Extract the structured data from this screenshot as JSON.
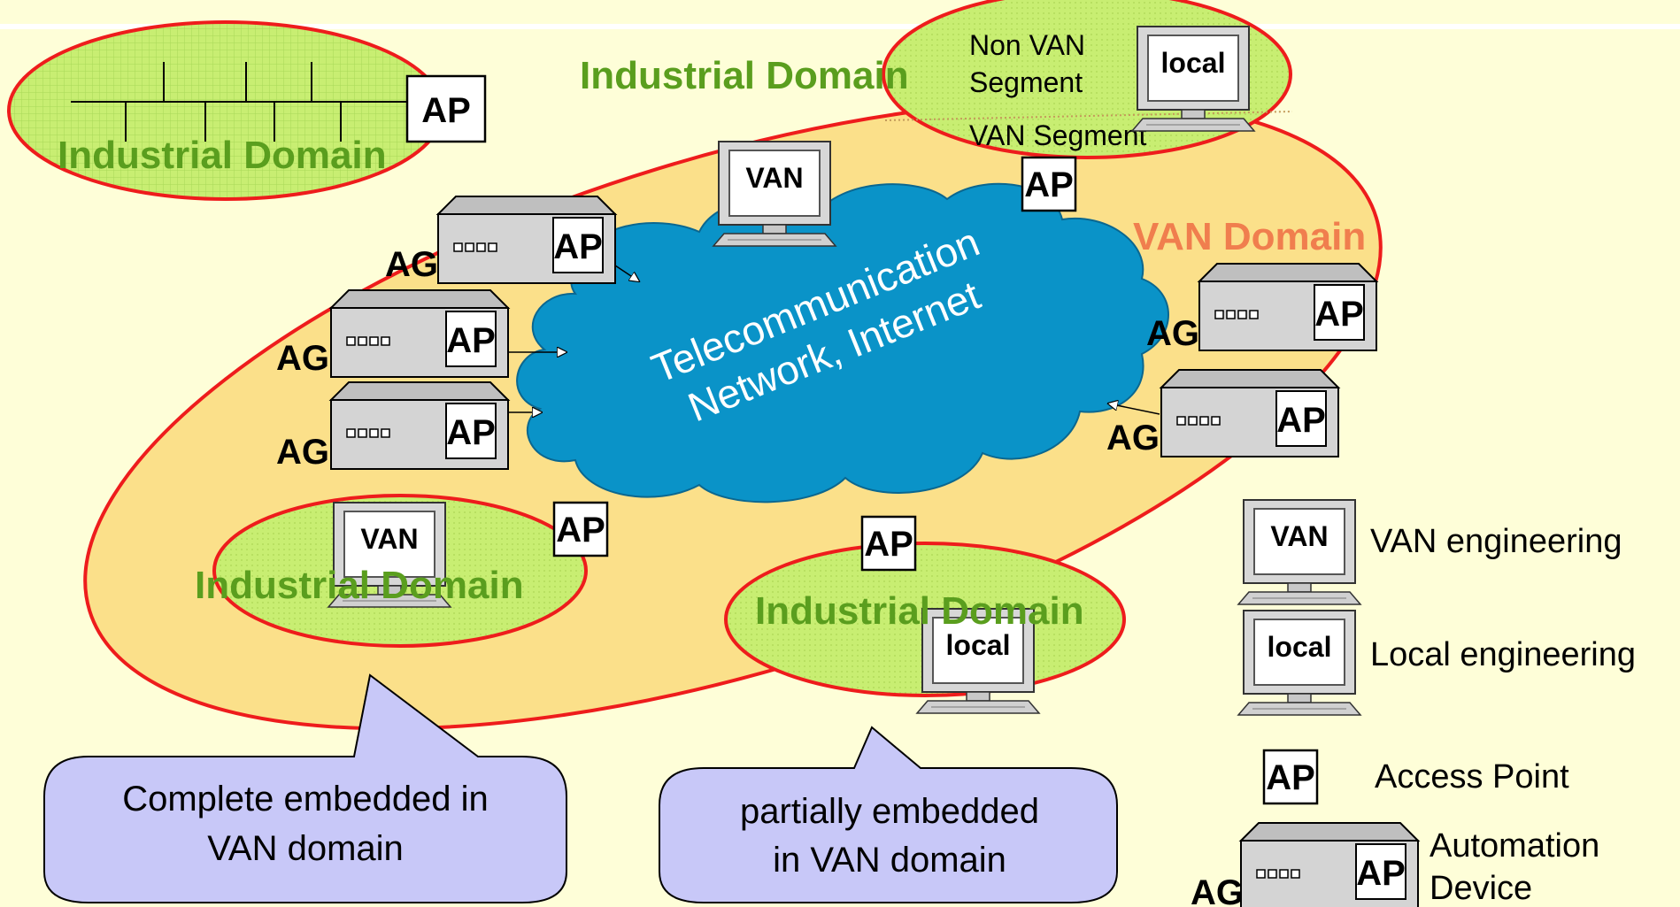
{
  "domains": {
    "industrial_top_left": "Industrial Domain",
    "industrial_top_center": "Industrial Domain",
    "industrial_bottom_left": "Industrial Domain",
    "industrial_bottom_right": "Industrial Domain",
    "van_domain": "VAN Domain"
  },
  "segments": {
    "non_van": [
      "Non VAN",
      "Segment"
    ],
    "van": "VAN Segment"
  },
  "cloud": {
    "line1": "Telecommunication",
    "line2": "Network, Internet"
  },
  "labels": {
    "ap": "AP",
    "ag": "AG",
    "van_pc": "VAN",
    "local_pc": "local"
  },
  "legend": {
    "van_engineering": "VAN engineering",
    "local_engineering": "Local engineering",
    "access_point": "Access Point",
    "automation_device": [
      "Automation",
      "Device"
    ]
  },
  "callouts": {
    "complete": [
      "Complete embedded in",
      "VAN domain"
    ],
    "partial": [
      "partially embedded",
      "in VAN domain"
    ]
  },
  "colors": {
    "background": "#fefed8",
    "van_domain_fill": "#fbe08a",
    "industrial_fill": "#c8ee72",
    "domain_outline": "#ee1c1c",
    "cloud_fill": "#0a93c8",
    "industrial_text": "#5a9e1e",
    "van_domain_text": "#f07e4e",
    "callout_fill": "#c8c8f8"
  }
}
